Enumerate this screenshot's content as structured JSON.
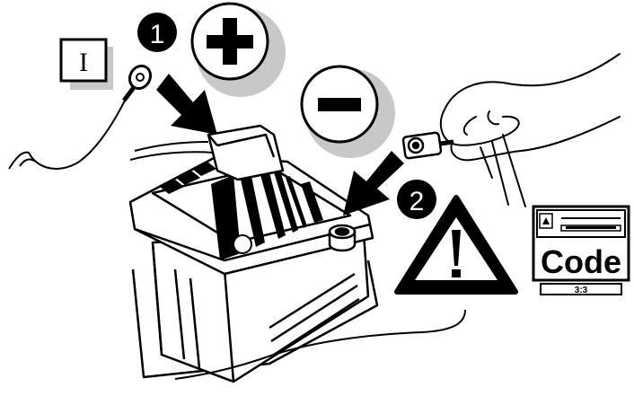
{
  "step_markers": [
    {
      "number": "1",
      "sign": "+"
    },
    {
      "number": "2",
      "sign": "−"
    }
  ],
  "ignition_label": "I",
  "radio_panel": {
    "code_label": "Code",
    "counter": "3:3"
  },
  "colors": {
    "ink": "#000000",
    "paper": "#ffffff",
    "shadow": "#c8c8c8"
  }
}
